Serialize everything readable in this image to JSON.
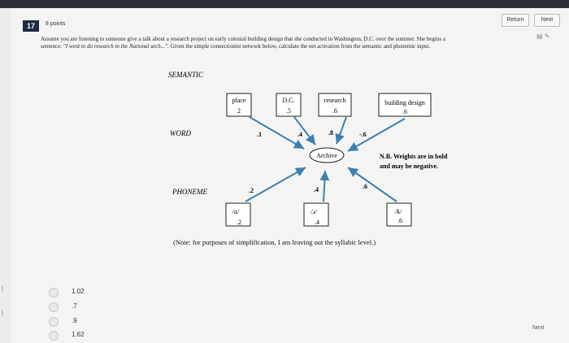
{
  "header": {
    "question_number": "17",
    "points": "8 points",
    "return_label": "Return",
    "next_label": "Next"
  },
  "question": {
    "prompt_line1": "Assume you are listening to someone give a talk about a research project on early colonial building design that she conducted in Washington, D.C. over the summer. She begins a",
    "prompt_line2_prefix": "sentence: ",
    "prompt_quote": "\"I went to do research in the National arch...\"",
    "prompt_line2_suffix": ". Given the simple connectionist network below, calculate the net activation from the semantic and phonemic input."
  },
  "diagram": {
    "level_semantic": "SEMANTIC",
    "level_word": "WORD",
    "level_phoneme": "PHONEME",
    "archive_label": "Archive",
    "weights_note_line1": "N.B. Weights are in bold",
    "weights_note_line2": "and may be negative.",
    "semantic_nodes": [
      {
        "label": "place",
        "activation": "2"
      },
      {
        "label": "D.C.",
        "activation": ".5"
      },
      {
        "label": "research",
        "activation": ".6"
      },
      {
        "label": "building design",
        "activation": ".6"
      }
    ],
    "phoneme_nodes": [
      {
        "label": "/a/",
        "activation": ".2"
      },
      {
        "label": "/ɹ/",
        "activation": ".4"
      },
      {
        "label": "/k/",
        "activation": ".6"
      }
    ],
    "weights": {
      "place": ".1",
      "dc": ".4",
      "research": ".8",
      "building": "-.6",
      "a": ".2",
      "r": ".4",
      "k": ".6"
    },
    "note": "(Note: for purposes of simplification, I am leaving out the syllabic level.)"
  },
  "answers": {
    "options": [
      "1.02",
      ".7",
      ".9",
      "1.62"
    ]
  },
  "footer": {
    "next_label": "Next"
  },
  "colors": {
    "arrow": "#3c7fb0",
    "badge": "#1f2a44"
  }
}
